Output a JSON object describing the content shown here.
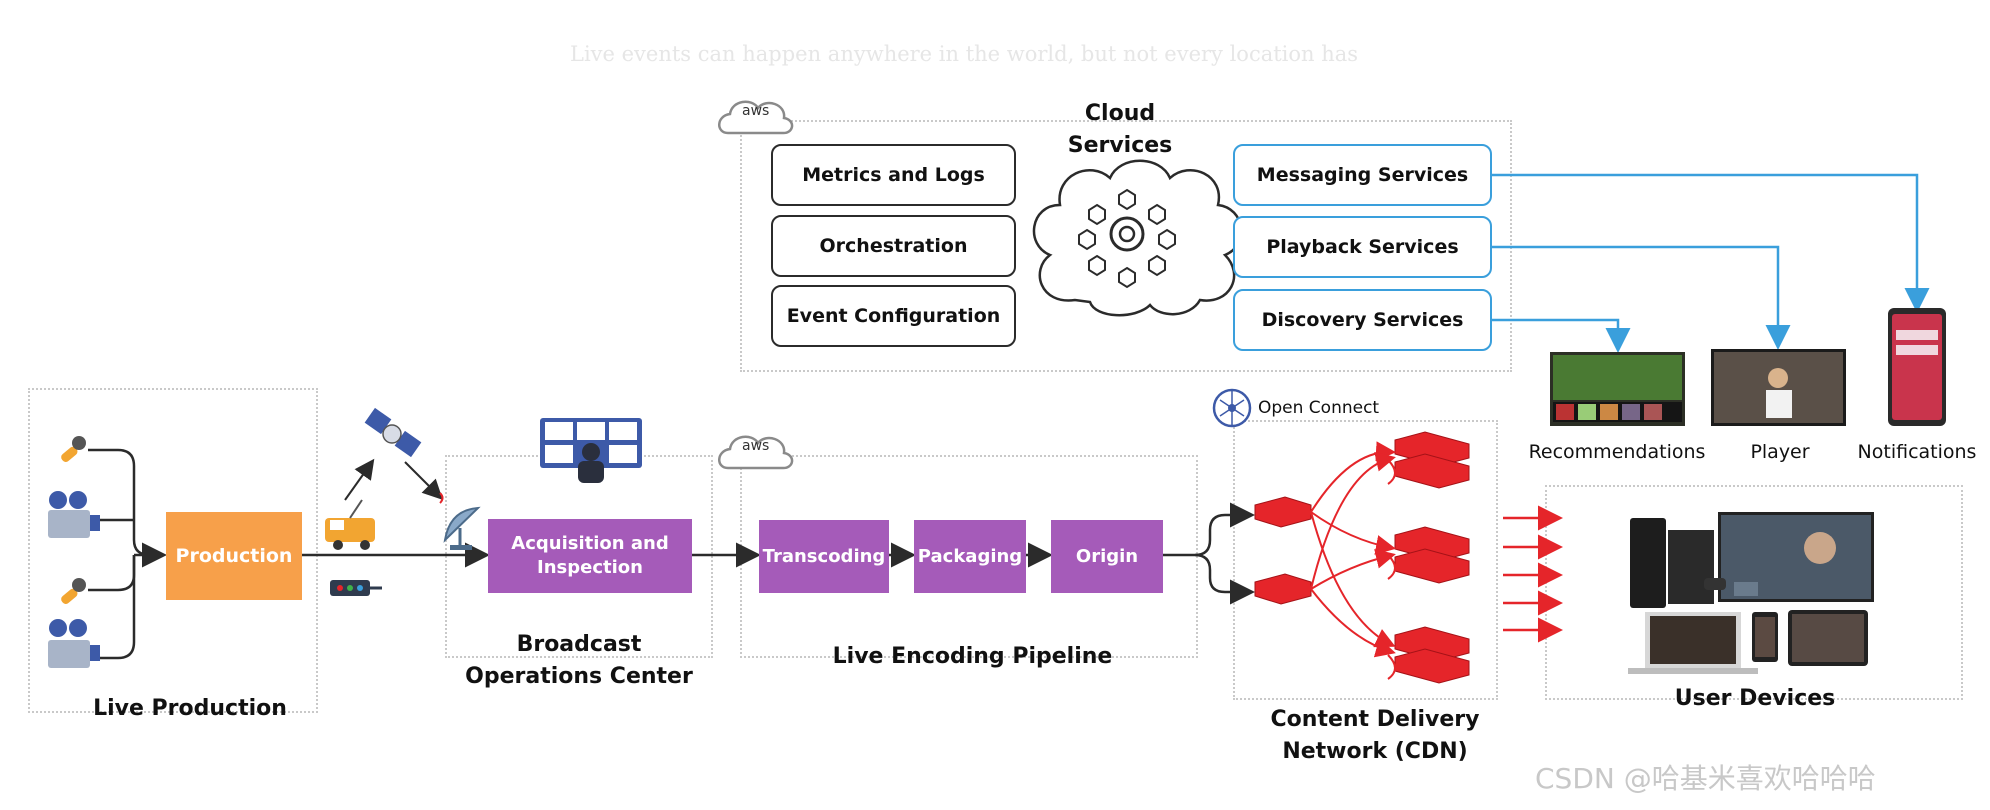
{
  "faded_caption": "Live events can happen anywhere in the world, but not every location has",
  "cloud": {
    "title": "Cloud Services",
    "aws_badge": "aws",
    "left_boxes": [
      "Metrics and Logs",
      "Orchestration",
      "Event Configuration"
    ],
    "right_boxes": [
      "Messaging Services",
      "Playback Services",
      "Discovery Services"
    ]
  },
  "live_production": {
    "title": "Live Production",
    "production_box": "Production"
  },
  "broadcast": {
    "line1": "Broadcast",
    "line2": "Operations Center",
    "box_line1": "Acquisition and",
    "box_line2": "Inspection"
  },
  "pipeline": {
    "title": "Live Encoding Pipeline",
    "aws_badge": "aws",
    "steps": [
      "Transcoding",
      "Packaging",
      "Origin"
    ]
  },
  "cdn": {
    "open_connect": "Open Connect",
    "line1": "Content Delivery",
    "line2": "Network (CDN)"
  },
  "outputs": {
    "recommendations": "Recommendations",
    "player": "Player",
    "notifications": "Notifications"
  },
  "user_devices": {
    "title": "User Devices"
  },
  "watermark": "CSDN @哈基米喜欢哈哈哈",
  "colors": {
    "purple": "#a55bb9",
    "orange": "#f7a04a",
    "blue": "#3a9fdc",
    "red": "#e5252a"
  }
}
